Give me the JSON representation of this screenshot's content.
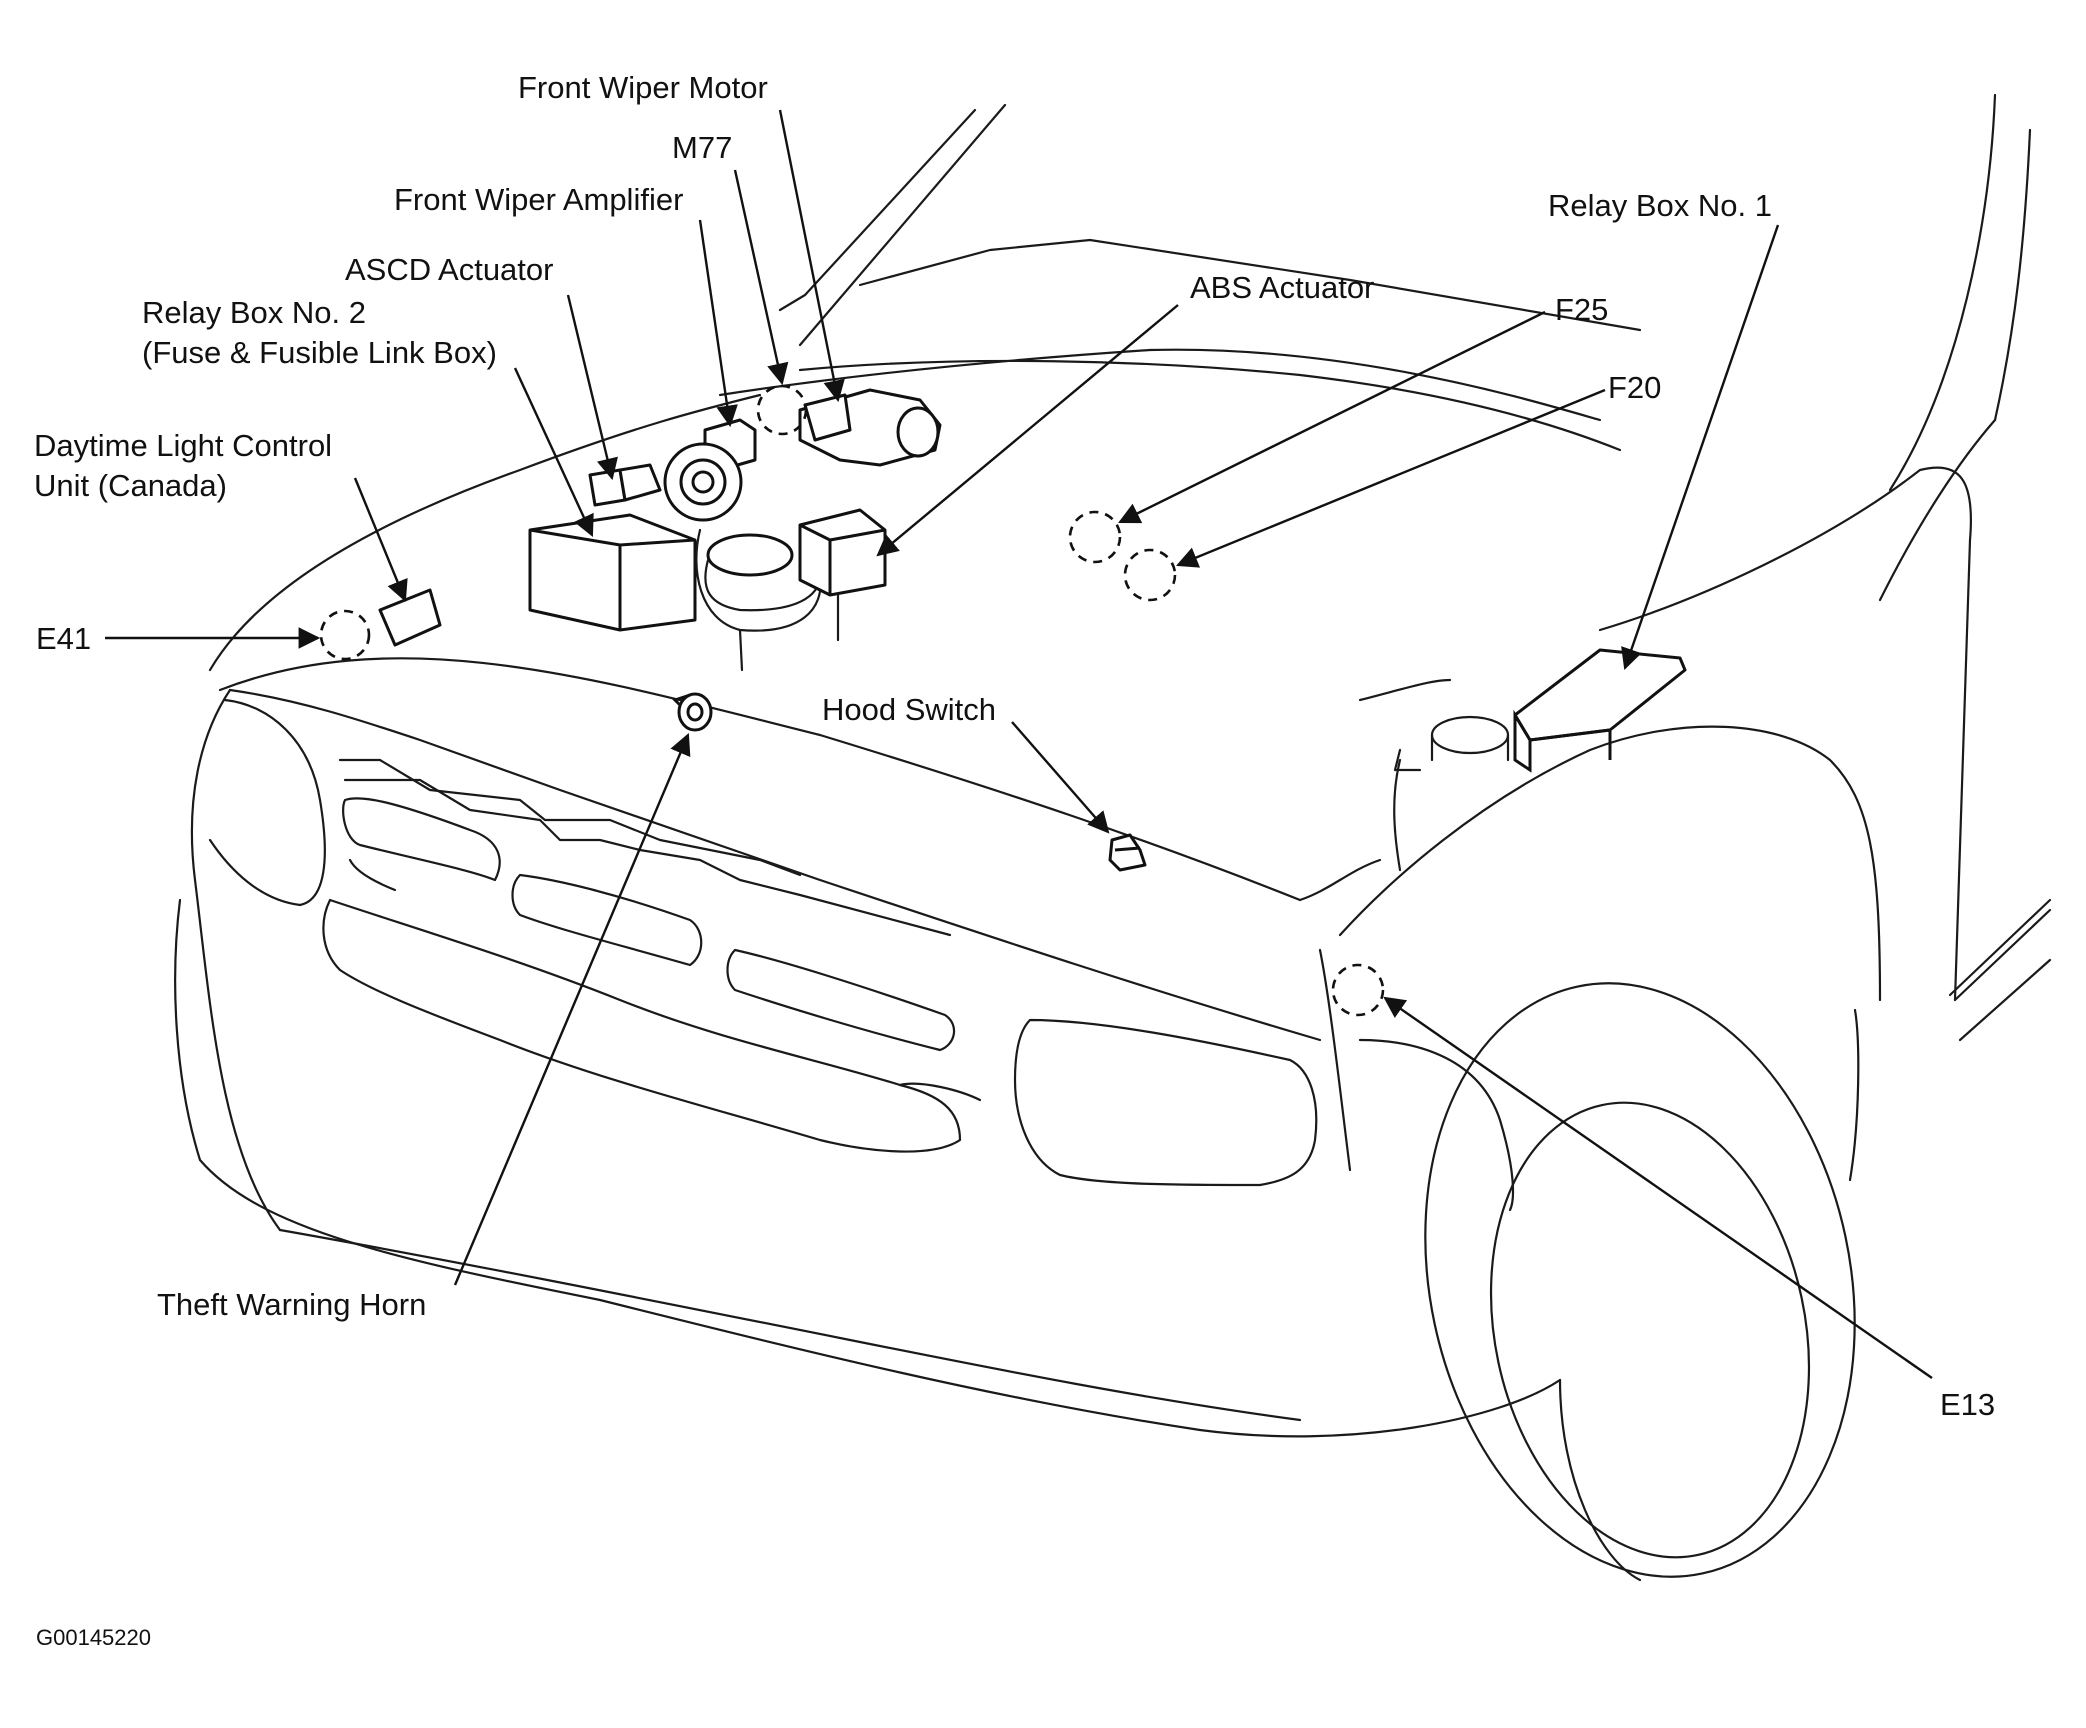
{
  "figure_code": "G00145220",
  "labels": {
    "front_wiper_motor": "Front Wiper Motor",
    "m77": "M77",
    "front_wiper_amplifier": "Front Wiper Amplifier",
    "ascd_actuator": "ASCD Actuator",
    "relay_box_2_line1": "Relay Box No. 2",
    "relay_box_2_line2": "(Fuse & Fusible Link Box)",
    "daytime_light_line1": "Daytime Light Control",
    "daytime_light_line2": "Unit (Canada)",
    "e41": "E41",
    "abs_actuator": "ABS Actuator",
    "f25": "F25",
    "f20": "F20",
    "relay_box_1": "Relay Box No. 1",
    "hood_switch": "Hood Switch",
    "theft_warning_horn": "Theft Warning Horn",
    "e13": "E13"
  }
}
